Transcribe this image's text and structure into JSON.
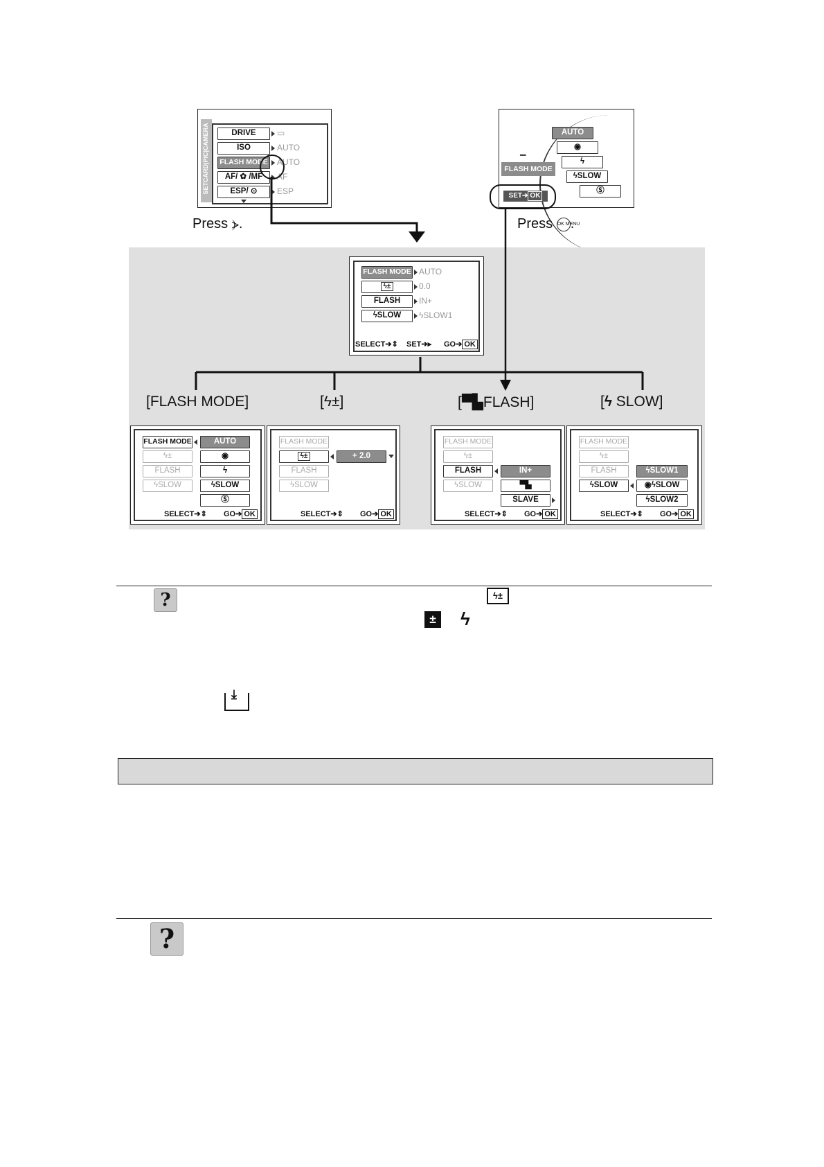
{
  "camera_menu": {
    "side_tabs": "SETCARD|PIC|CAMERA",
    "items": [
      "DRIVE",
      "ISO",
      "FLASH MODE",
      "AF/ ✿ /MF",
      "ESP/ ⊙"
    ],
    "values": [
      "▭",
      "AUTO",
      "AUTO",
      "AF",
      "ESP"
    ]
  },
  "press_left": "Press",
  "press_right": "Press",
  "menu_button_glyph": "OK MENU",
  "flash_popup": {
    "items": [
      "AUTO",
      "◉",
      "ϟ",
      "ϟSLOW",
      "Ⓢ"
    ],
    "label": "FLASH MODE",
    "set_ok": "SET",
    "ok": "OK"
  },
  "flash_menu": {
    "items": [
      "FLASH MODE",
      "ϟ±",
      "FLASH",
      "ϟSLOW"
    ],
    "values": [
      "AUTO",
      "0.0",
      "IN+",
      "ϟSLOW1"
    ],
    "footer_select": "SELECT",
    "footer_set": "SET",
    "footer_go": "GO",
    "ok": "OK"
  },
  "section_labels": [
    "[FLASH MODE]",
    "[ϟ±]",
    "[",
    "FLASH]",
    "[",
    "ϟ",
    " SLOW]"
  ],
  "panel1": {
    "menu": [
      "FLASH MODE",
      "ϟ±",
      "FLASH",
      "ϟSLOW"
    ],
    "options": [
      "AUTO",
      "◉",
      "ϟ",
      "ϟSLOW",
      "Ⓢ"
    ]
  },
  "panel2": {
    "menu": [
      "FLASH MODE",
      "ϟ±",
      "FLASH",
      "ϟSLOW"
    ],
    "value": "+ 2.0"
  },
  "panel3": {
    "menu": [
      "FLASH MODE",
      "ϟ±",
      "FLASH",
      "ϟSLOW"
    ],
    "options": [
      "IN+",
      "▀▙",
      "SLAVE"
    ]
  },
  "panel4": {
    "menu": [
      "FLASH MODE",
      "ϟ±",
      "FLASH",
      "ϟSLOW"
    ],
    "options": [
      "ϟSLOW1",
      "◉ϟSLOW",
      "ϟSLOW2"
    ]
  },
  "footer_common": {
    "select": "SELECT",
    "go": "GO",
    "ok": "OK"
  },
  "body_icons": {
    "flash_comp": "ϟ±",
    "exposure": "±",
    "flash": "ϟ"
  },
  "question_mark": "?"
}
